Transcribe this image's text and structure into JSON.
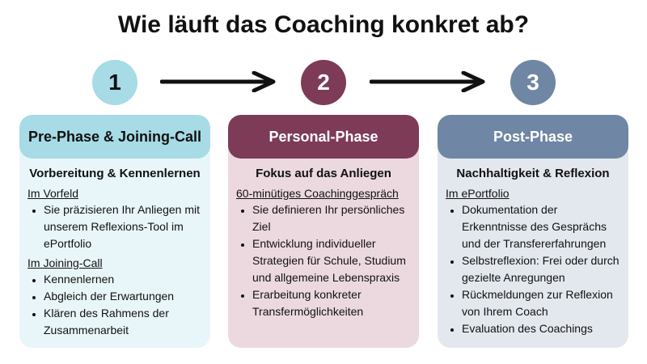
{
  "title": "Wie läuft das Coaching konkret ab?",
  "steps": [
    "1",
    "2",
    "3"
  ],
  "cards": [
    {
      "header": "Pre-Phase & Joining-Call",
      "subtitle": "Vorbereitung & Kennenlernen",
      "sections": [
        {
          "heading": "Im Vorfeld",
          "items": [
            "Sie präzisieren Ihr Anliegen mit unserem Reflexions-Tool im ePortfolio"
          ]
        },
        {
          "heading": "Im Joining-Call",
          "items": [
            "Kennenlernen",
            "Abgleich der Erwartungen",
            "Klären des Rahmens der Zusammenarbeit"
          ]
        }
      ]
    },
    {
      "header": "Personal-Phase",
      "subtitle": "Fokus auf das Anliegen",
      "sections": [
        {
          "heading": "60-minütiges Coachinggespräch",
          "items": [
            "Sie definieren Ihr persönliches Ziel",
            "Entwicklung individueller Strategien für Schule, Studium und allgemeine Lebenspraxis",
            "Erarbeitung konkreter Transfermöglichkeiten"
          ]
        }
      ]
    },
    {
      "header": "Post-Phase",
      "subtitle": "Nachhaltigkeit & Reflexion",
      "sections": [
        {
          "heading": "Im ePortfolio",
          "items": [
            "Dokumentation der Erkenntnisse des Gesprächs und der Transfererfahrungen",
            "Selbstreflexion: Frei oder durch gezielte Anregungen",
            "Rückmeldungen zur Reflexion von Ihrem Coach",
            "Evaluation des Coachings"
          ]
        }
      ]
    }
  ],
  "colors": {
    "phase1": "#a7dbe5",
    "phase2": "#7d3b57",
    "phase3": "#6f86a4",
    "arrow": "#111111"
  }
}
